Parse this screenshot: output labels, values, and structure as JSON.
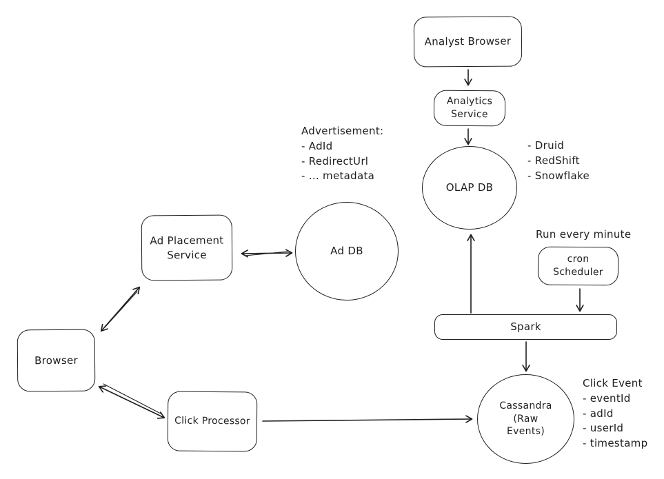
{
  "canvas": {
    "background_color": "#ffffff",
    "stroke_color": "#1e1e1e",
    "style": "hand-drawn whiteboard diagram"
  },
  "nodes": {
    "analyst_browser": {
      "label": "Analyst Browser",
      "shape": "rounded-rectangle"
    },
    "analytics_service": {
      "label": "Analytics\nService",
      "shape": "rounded-rectangle"
    },
    "olap_db": {
      "label": "OLAP DB",
      "shape": "circle"
    },
    "ad_placement_service": {
      "label": "Ad Placement\nService",
      "shape": "rounded-rectangle"
    },
    "ad_db": {
      "label": "Ad DB",
      "shape": "circle"
    },
    "cron_scheduler": {
      "label": "cron\nScheduler",
      "shape": "rounded-rectangle"
    },
    "spark": {
      "label": "Spark",
      "shape": "rounded-rectangle"
    },
    "browser": {
      "label": "Browser",
      "shape": "rounded-rectangle"
    },
    "click_processor": {
      "label": "Click Processor",
      "shape": "rounded-rectangle"
    },
    "cassandra": {
      "label": "Cassandra\n(Raw\nEvents)",
      "shape": "circle"
    }
  },
  "annotations": {
    "advertisement": {
      "lines": [
        "Advertisement:",
        "- AdId",
        "- RedirectUrl",
        "- ... metadata"
      ]
    },
    "olap_types": {
      "lines": [
        "- Druid",
        "- RedShift",
        "- Snowflake"
      ]
    },
    "run_every_minute": {
      "text": "Run every minute"
    },
    "click_event": {
      "lines": [
        "Click Event",
        "- eventId",
        "- adId",
        "- userId",
        "- timestamp"
      ]
    }
  },
  "edges": [
    {
      "from": "analyst_browser",
      "to": "analytics_service",
      "direction": "one-way"
    },
    {
      "from": "analytics_service",
      "to": "olap_db",
      "direction": "one-way"
    },
    {
      "from": "spark",
      "to": "olap_db",
      "direction": "one-way"
    },
    {
      "from": "cron_scheduler",
      "to": "spark",
      "direction": "one-way"
    },
    {
      "from": "spark",
      "to": "cassandra",
      "direction": "one-way"
    },
    {
      "from": "ad_placement_service",
      "to": "ad_db",
      "direction": "two-way"
    },
    {
      "from": "browser",
      "to": "ad_placement_service",
      "direction": "two-way"
    },
    {
      "from": "browser",
      "to": "click_processor",
      "direction": "two-way"
    },
    {
      "from": "click_processor",
      "to": "cassandra",
      "direction": "one-way"
    }
  ]
}
